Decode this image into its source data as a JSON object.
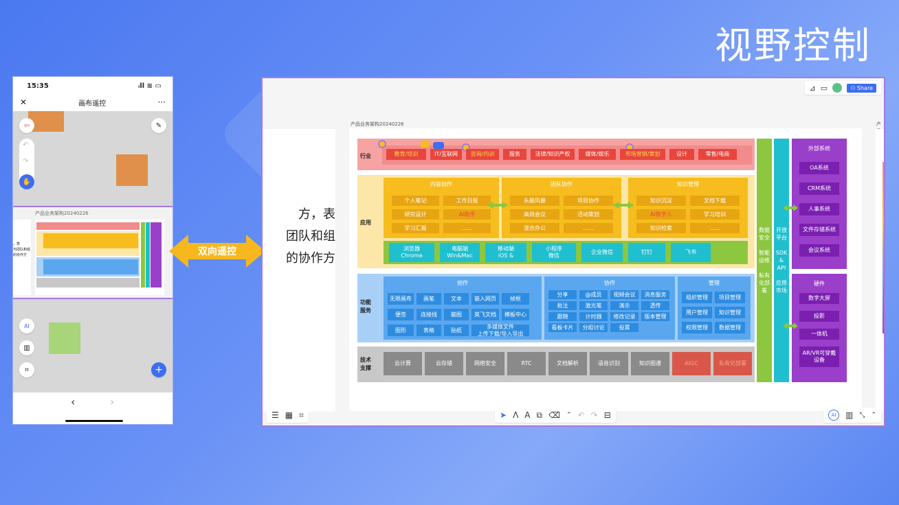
{
  "slide_title": "视野控制",
  "phone": {
    "time": "15:35",
    "signal": "ᵢll ≋ ▭",
    "close": "✕",
    "title": "画布遥控",
    "more": "···",
    "preview_title": "产品业务架构20240226",
    "preview_text": [
      "，表",
      "与团队和组",
      "的协作方"
    ],
    "back": "‹",
    "forward": "›"
  },
  "arrow_label": "双向遥控",
  "window": {
    "share_label": "Share",
    "board_title": "产品业务架构20240226",
    "side_fragment": "产品",
    "left_text": [
      "方，表",
      "团队和组",
      "的协作方"
    ]
  },
  "arch": {
    "industry": {
      "label": "行业",
      "items": [
        "教育/培训",
        "IT/互联网",
        "咨询/内训",
        "服务",
        "法律/知识产权",
        "媒体/娱乐",
        "市场营销/策划",
        "设计",
        "零售/电商"
      ]
    },
    "application": {
      "label": "应用",
      "groups": [
        {
          "title": "内容创作",
          "items": [
            "个人笔记",
            "工作日报",
            "研究设计",
            "AI助手",
            "学习汇报",
            "……"
          ]
        },
        {
          "title": "团队协作",
          "items": [
            "头脑风暴",
            "项目协作",
            "高效会议",
            "活动策划",
            "混合办公",
            "……"
          ]
        },
        {
          "title": "知识管理",
          "items": [
            "知识沉淀",
            "文档下载",
            "AI数字人",
            "学习培训",
            "知识检索",
            "……"
          ]
        }
      ],
      "platforms": [
        "浏览器\nChrome",
        "电脑端\nWin&Mac",
        "移动端\niOS &",
        "小程序\n微信",
        "企业微信",
        "钉钉",
        "飞书"
      ]
    },
    "functions": {
      "label": "功能\n服务",
      "create": {
        "title": "创作",
        "items": [
          "无限画布",
          "画笔",
          "文本",
          "嵌入网页",
          "帧框",
          "便签",
          "连接线",
          "脑图",
          "英飞文档",
          "模板中心",
          "图形",
          "表格",
          "贴纸",
          "多媒体文件\n上传下载/导入导出"
        ]
      },
      "collab": {
        "title": "协作",
        "items": [
          "分享",
          "@成员",
          "视频会议",
          "消息服务",
          "批注",
          "激光笔",
          "演示",
          "透传",
          "跟随",
          "计时器",
          "修改记录",
          "版本管理",
          "看板卡片",
          "分组讨论",
          "投票"
        ]
      },
      "manage": {
        "title": "管理",
        "items": [
          "组织管理",
          "项目管理",
          "用户管理",
          "知识管理",
          "权限管理",
          "数据管理"
        ]
      }
    },
    "tech": {
      "label": "技术\n支撑",
      "items": [
        "云计算",
        "云存储",
        "网络安全",
        "RTC",
        "文档解析",
        "语音识别",
        "知识图谱",
        "AIGC",
        "私有化部署"
      ]
    },
    "security": "数据\n安全\n\n智能\n运维\n\n私有\n化部\n署",
    "open": "开放\n平台\n\nSDK\n&\nAPI\n\n应用\n市场",
    "external": {
      "title": "外部系统",
      "items": [
        "OA系统",
        "CRM系统",
        "人事系统",
        "文件存储系统",
        "会议系统"
      ]
    },
    "hardware": {
      "title": "硬件",
      "items": [
        "数字大屏",
        "投影",
        "一体机",
        "AR/VR可穿戴\n设备"
      ]
    }
  },
  "colors": {
    "accent": "#a678e0",
    "share": "#3d6df2",
    "pink": "#f28b8b",
    "yellow": "#f7bd1e",
    "blue": "#5aa7ef",
    "gray": "#9a9a9a",
    "green": "#8dc63f",
    "cyan": "#1fbfcf",
    "purple": "#9a3fc9",
    "red": "#e8453c"
  }
}
